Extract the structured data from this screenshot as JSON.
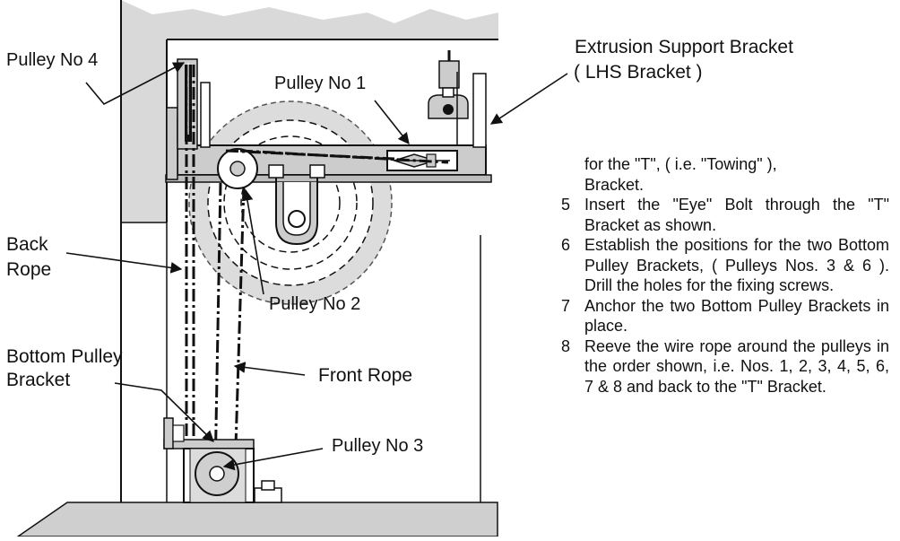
{
  "labels": {
    "pulley_no_4": "Pulley No 4",
    "pulley_no_1": "Pulley No 1",
    "pulley_no_2": "Pulley No 2",
    "pulley_no_3": "Pulley No 3",
    "extrusion_line1": "Extrusion Support Bracket",
    "extrusion_line2": "( LHS Bracket )",
    "back_rope_line1": "Back",
    "back_rope_line2": "Rope",
    "bottom_pulley_line1": "Bottom Pulley",
    "bottom_pulley_line2": "Bracket",
    "front_rope": "Front Rope"
  },
  "instructions": {
    "lead_lines": [
      "for the \"T\", ( i.e. \"Towing\" ),",
      "Bracket."
    ],
    "steps": [
      {
        "num": "5",
        "text": "Insert the \"Eye\" Bolt through the \"T\" Bracket as shown."
      },
      {
        "num": "6",
        "text": "Establish the positions for the two Bottom Pulley Brackets, ( Pulleys Nos. 3 & 6 ). Drill the holes for the fixing screws."
      },
      {
        "num": "7",
        "text": "Anchor the two Bottom Pulley Brackets in place."
      },
      {
        "num": "8",
        "text": "Reeve the wire rope around the pulleys in the order shown, i.e. Nos. 1, 2, 3, 4, 5, 6, 7 & 8 and back to the \"T\" Bracket."
      }
    ]
  },
  "colors": {
    "wall_grey": "#d9d9d9",
    "floor_grey": "#cfcfcf",
    "bracket_grey": "#cccccc",
    "ring_grey": "#dcdcdc",
    "ink": "#111111"
  }
}
